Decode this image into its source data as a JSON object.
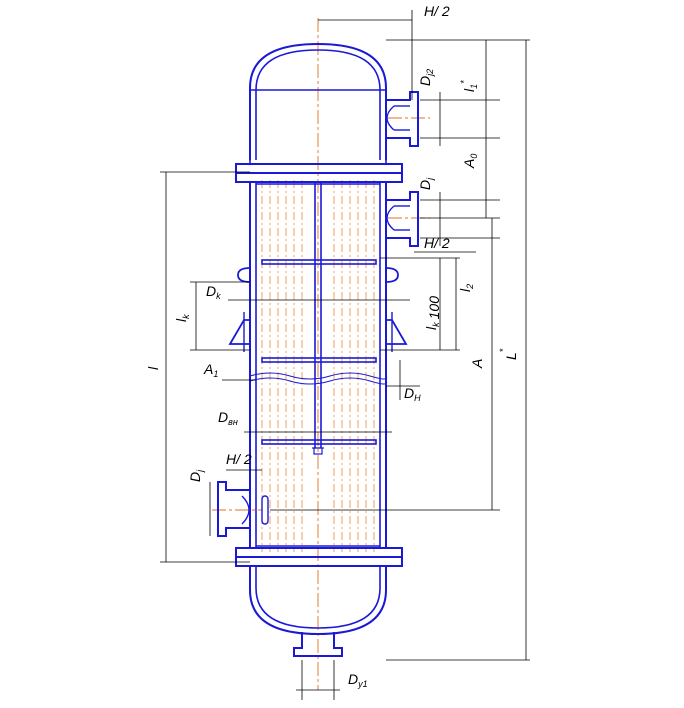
{
  "labels": {
    "h2_top": "H/ 2",
    "dj2": "D",
    "dj2_sub": "j2",
    "l1": "l",
    "l1_sub": "1",
    "l1_star": "*",
    "a0": "A",
    "a0_sub": "0",
    "dj": "D",
    "dj_sub": "j",
    "h2_mid": "H/ 2",
    "l2": "l",
    "l2_sub": "2",
    "dk": "D",
    "dk_sub": "k",
    "lk_left": "l",
    "lk_left_sub": "k",
    "lk_right": "l",
    "lk_right_sub": "k",
    "lk_right_value": "100",
    "l_big": "l",
    "a1": "A",
    "a1_sub": "1",
    "a": "A",
    "L": "L",
    "L_star": "*",
    "dn": "D",
    "dn_sub": "H",
    "dvn": "D",
    "dvn_sub": "вн",
    "h2_low": "H/ 2",
    "dj_low": "D",
    "dj_low_sub": "j",
    "dy1": "D",
    "dy1_sub": "y1"
  },
  "colors": {
    "vessel": "#1a1ad6",
    "tubes": "#f0a060",
    "dimension": "#000000"
  }
}
